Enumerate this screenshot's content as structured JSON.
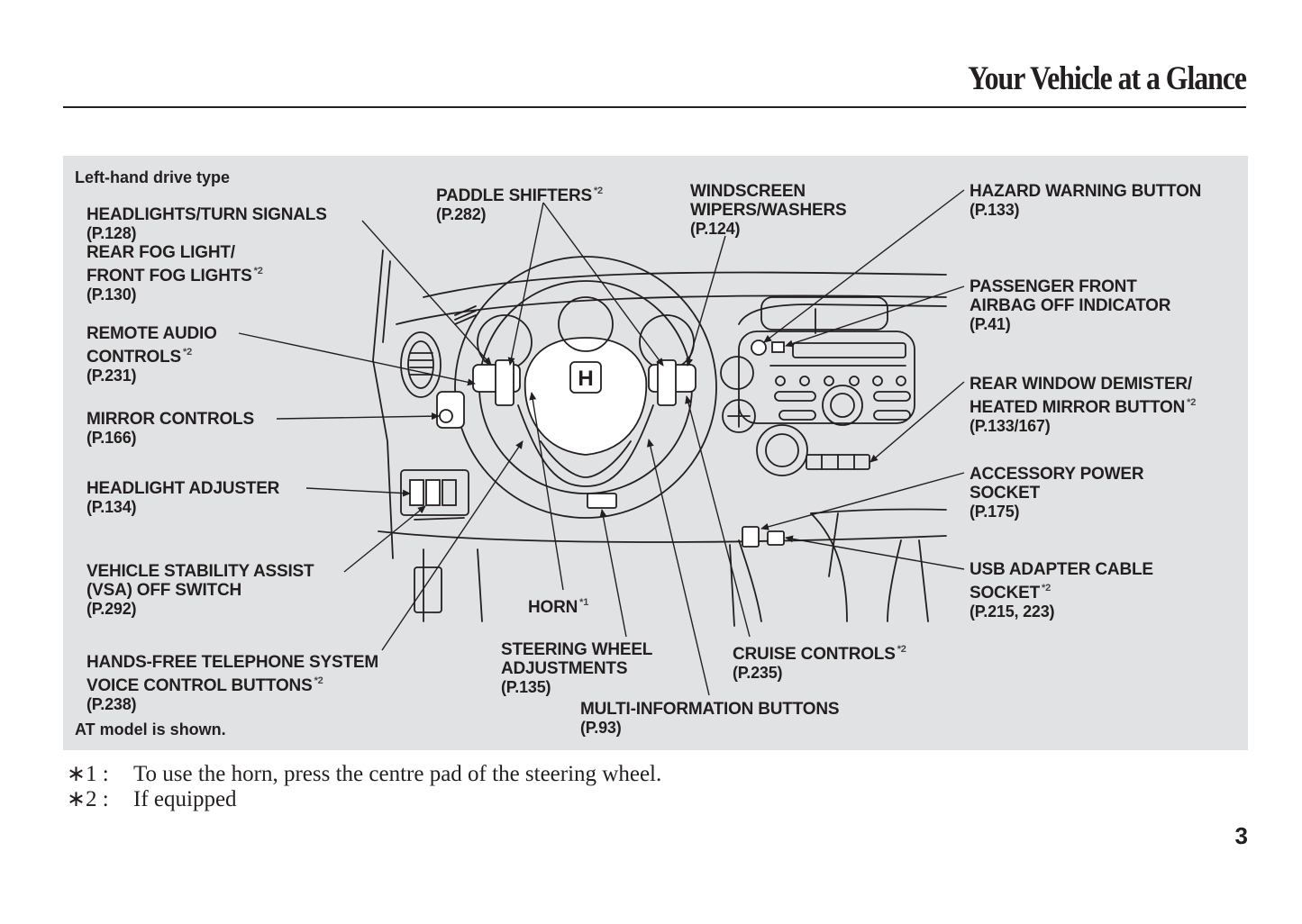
{
  "header": {
    "title": "Your Vehicle at a Glance"
  },
  "panel": {
    "drive_type": "Left-hand drive type",
    "model_note": "AT model is shown.",
    "labels": {
      "headlights": {
        "text": "HEADLIGHTS/TURN SIGNALS",
        "page": "(P.128)"
      },
      "fog_lights": {
        "line1": "REAR FOG LIGHT/",
        "line2": "FRONT FOG LIGHTS",
        "note": "*2",
        "page": "(P.130)"
      },
      "remote_audio": {
        "line1": "REMOTE AUDIO",
        "line2": "CONTROLS",
        "note": "*2",
        "page": "(P.231)"
      },
      "mirror": {
        "text": "MIRROR CONTROLS",
        "page": "(P.166)"
      },
      "headlight_adjuster": {
        "text": "HEADLIGHT ADJUSTER",
        "page": "(P.134)"
      },
      "vsa": {
        "line1": "VEHICLE STABILITY ASSIST",
        "line2": "(VSA) OFF SWITCH",
        "page": "(P.292)"
      },
      "handsfree": {
        "line1": "HANDS-FREE TELEPHONE SYSTEM",
        "line2": "VOICE CONTROL BUTTONS",
        "note": "*2",
        "page": "(P.238)"
      },
      "paddle": {
        "text": "PADDLE SHIFTERS",
        "note": "*2",
        "page": "(P.282)"
      },
      "wipers": {
        "line1": "WINDSCREEN",
        "line2": "WIPERS/WASHERS",
        "page": "(P.124)"
      },
      "hazard": {
        "text": "HAZARD WARNING BUTTON",
        "page": "(P.133)"
      },
      "airbag": {
        "line1": "PASSENGER FRONT",
        "line2": "AIRBAG OFF INDICATOR",
        "page": "(P.41)"
      },
      "demister": {
        "line1": "REAR WINDOW DEMISTER/",
        "line2": "HEATED MIRROR BUTTON",
        "note": "*2",
        "page": "(P.133/167)"
      },
      "accessory": {
        "line1": "ACCESSORY POWER",
        "line2": "SOCKET",
        "page": "(P.175)"
      },
      "usb": {
        "line1": "USB ADAPTER CABLE",
        "line2": "SOCKET",
        "note": "*2",
        "page": "(P.215, 223)"
      },
      "horn": {
        "text": "HORN",
        "note": "*1"
      },
      "steering_adj": {
        "line1": "STEERING WHEEL",
        "line2": "ADJUSTMENTS",
        "page": "(P.135)"
      },
      "cruise": {
        "text": "CRUISE CONTROLS",
        "note": "*2",
        "page": "(P.235)"
      },
      "multi_info": {
        "text": "MULTI-INFORMATION BUTTONS",
        "page": "(P.93)"
      }
    },
    "logo_text": "H"
  },
  "footnotes": [
    {
      "mark": "∗1 :",
      "text": "To use the horn, press the centre pad of the steering wheel."
    },
    {
      "mark": "∗2 :",
      "text": "If equipped"
    }
  ],
  "page_number": "3"
}
